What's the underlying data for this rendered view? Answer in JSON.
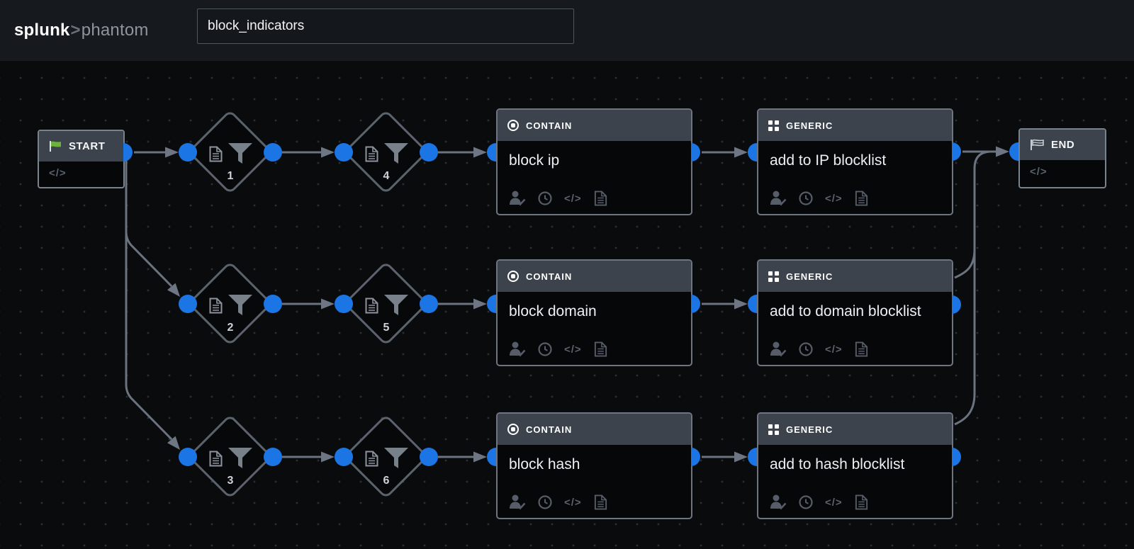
{
  "topbar": {
    "logo_splunk": "splunk",
    "logo_gt": ">",
    "logo_phantom": "phantom",
    "playbook_name": "block_indicators"
  },
  "canvas": {
    "start": {
      "label": "START",
      "code_glyph": "</>"
    },
    "end": {
      "label": "END",
      "code_glyph": "</>"
    },
    "filters": [
      {
        "number": "1"
      },
      {
        "number": "2"
      },
      {
        "number": "3"
      },
      {
        "number": "4"
      },
      {
        "number": "5"
      },
      {
        "number": "6"
      }
    ],
    "contain_blocks": [
      {
        "type_label": "CONTAIN",
        "title": "block ip"
      },
      {
        "type_label": "CONTAIN",
        "title": "block domain"
      },
      {
        "type_label": "CONTAIN",
        "title": "block hash"
      }
    ],
    "generic_blocks": [
      {
        "type_label": "GENERIC",
        "title": "add to IP blocklist"
      },
      {
        "type_label": "GENERIC",
        "title": "add to domain blocklist"
      },
      {
        "type_label": "GENERIC",
        "title": "add to hash blocklist"
      }
    ],
    "code_glyph": "</>",
    "block_footer_icons": [
      "user-approval",
      "delay",
      "code",
      "note"
    ],
    "edges": [
      {
        "from": "start",
        "to": "filter_1"
      },
      {
        "from": "start",
        "to": "filter_2"
      },
      {
        "from": "start",
        "to": "filter_3"
      },
      {
        "from": "filter_1",
        "to": "filter_4"
      },
      {
        "from": "filter_2",
        "to": "filter_5"
      },
      {
        "from": "filter_3",
        "to": "filter_6"
      },
      {
        "from": "filter_4",
        "to": "block ip"
      },
      {
        "from": "filter_5",
        "to": "block domain"
      },
      {
        "from": "filter_6",
        "to": "block hash"
      },
      {
        "from": "block ip",
        "to": "add to IP blocklist"
      },
      {
        "from": "block domain",
        "to": "add to domain blocklist"
      },
      {
        "from": "block hash",
        "to": "add to hash blocklist"
      },
      {
        "from": "add to IP blocklist",
        "to": "end"
      },
      {
        "from": "add to domain blocklist",
        "to": "end"
      },
      {
        "from": "add to hash blocklist",
        "to": "end"
      }
    ],
    "colors": {
      "port_blue": "#1c75e4",
      "wire_gray": "#6b7380",
      "node_header_bg": "#3d434d",
      "start_flag_green": "#6cb33c",
      "canvas_bg": "#0a0b0d"
    }
  }
}
